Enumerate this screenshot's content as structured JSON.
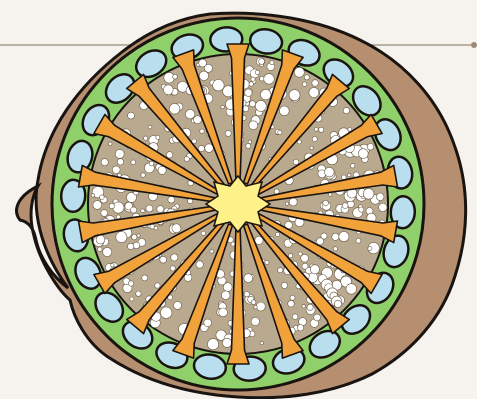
{
  "figure": {
    "subject": "root-cross-section-illustration",
    "colors": {
      "background": "#f6f3ee",
      "rule_line": "#9a8a78",
      "outer_bark": "#b58f6f",
      "outline": "#1a1410",
      "cortex_green": "#8fd06a",
      "blue_chambers": "#b9dfee",
      "porous_tissue": "#b9aa8f",
      "pores": "#ffffff",
      "orange_rays": "#f2a23a",
      "center_core": "#fff18a"
    },
    "counts": {
      "rays": 18,
      "chambers": 26
    }
  }
}
